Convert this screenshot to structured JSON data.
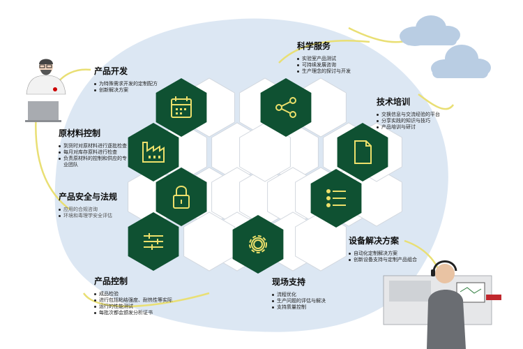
{
  "colors": {
    "hex_green": "#0f5132",
    "hex_outline": "#d2d7de",
    "icon_yellow": "#ede06b",
    "cloud_blob": "#dce7f3",
    "cloud_icon": "#b9cde3",
    "swoosh": "#e9df74"
  },
  "sections": {
    "product_dev": {
      "title": "产品开发",
      "items": [
        "为特殊需求开发的定制配方",
        "创新解决方案"
      ]
    },
    "raw_material": {
      "title": "原材料控制",
      "items": [
        "到货时对原材料进行逐批检查",
        "每月对库存原料进行检查",
        "负责原材料的控制和供应的专业团队"
      ]
    },
    "safety": {
      "title": "产品安全与法规",
      "items": [
        "应用的合规咨询",
        "环境和毒理学安全评估"
      ]
    },
    "product_control": {
      "title": "产品控制",
      "items": [
        "成品检验",
        "进行包括粘结强度、耐热性等实际",
        "运行的性能测试",
        "每批次都会颁发分析证书"
      ]
    },
    "onsite": {
      "title": "现场支持",
      "items": [
        "流程优化",
        "生产问题的评估与解决",
        "支持质量控制"
      ]
    },
    "equipment": {
      "title": "设备解决方案",
      "items": [
        "自动化定制解决方案",
        "创新设备支持与定制产品组合"
      ]
    },
    "training": {
      "title": "技术培训",
      "items": [
        "交换信息与交流经验的平台",
        "分享实践的知识与技巧",
        "产品培训与研讨"
      ]
    },
    "science": {
      "title": "科学服务",
      "items": [
        "实验室产品测试",
        "可持续发展咨询",
        "生产理念的探讨与开发"
      ]
    }
  },
  "icons": {
    "calendar": "calendar-icon",
    "factory": "factory-icon",
    "lock": "lock-icon",
    "sliders": "sliders-icon",
    "gear": "gear-icon",
    "list": "list-icon",
    "document": "document-icon",
    "share": "share-icon",
    "cloud": "cloud-icon",
    "scientist": "scientist-icon",
    "operator": "operator-icon",
    "laptop": "laptop-icon"
  }
}
